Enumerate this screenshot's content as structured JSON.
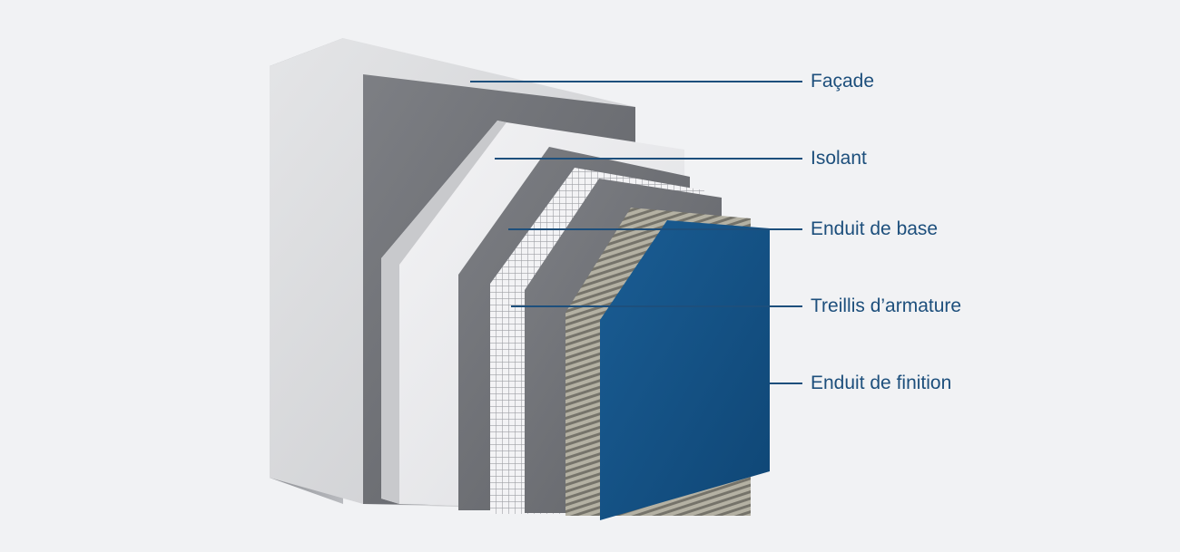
{
  "layers": [
    {
      "id": "facade",
      "label": "Façade"
    },
    {
      "id": "isolant",
      "label": "Isolant"
    },
    {
      "id": "enduit-base",
      "label": "Enduit de base"
    },
    {
      "id": "treillis",
      "label": "Treillis d’armature"
    },
    {
      "id": "enduit-finition",
      "label": "Enduit de finition"
    }
  ],
  "colors": {
    "background": "#f1f2f4",
    "label_text": "#1d4f7c",
    "leader_line": "#1d4f7c",
    "facade_front": "#d9dadc",
    "facade_side": "#a9abaf",
    "facade_inner": "#6b6d72",
    "insulation": "#ececee",
    "base_render": "#6f7176",
    "mesh": "#e2e3e5",
    "corrugated": "#a8a597",
    "finish": "#134f82"
  }
}
